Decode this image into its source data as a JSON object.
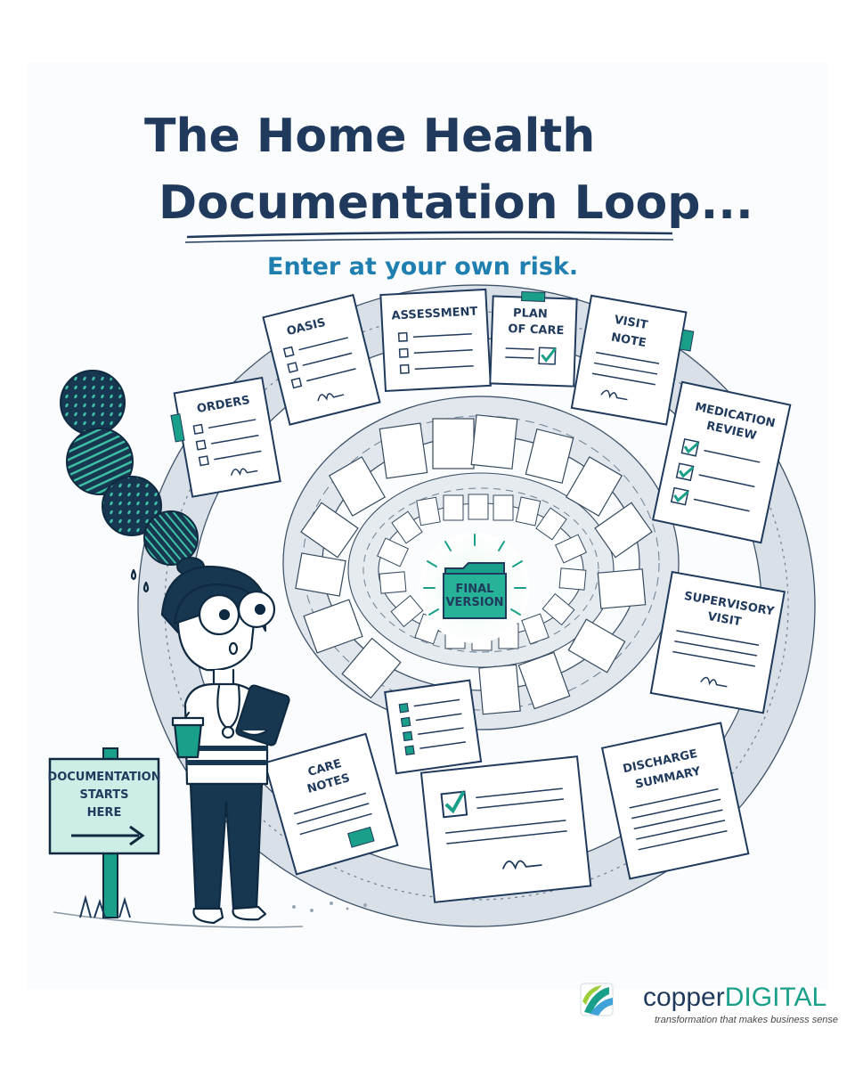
{
  "title": {
    "line1": "The Home Health",
    "line2": "Documentation Loop...",
    "subtitle": "Enter at your own risk."
  },
  "documents": {
    "oasis": "OASIS",
    "assessment": "ASSESSMENT",
    "plan_of_care_1": "PLAN",
    "plan_of_care_2": "OF CARE",
    "visit_note_1": "VISIT",
    "visit_note_2": "NOTE",
    "orders": "ORDERS",
    "medication_review_1": "MEDICATION",
    "medication_review_2": "REVIEW",
    "supervisory_visit_1": "SUPERVISORY",
    "supervisory_visit_2": "VISIT",
    "care_notes_1": "CARE",
    "care_notes_2": "NOTES",
    "discharge_summary_1": "DISCHARGE",
    "discharge_summary_2": "SUMMARY",
    "final_version_1": "FINAL",
    "final_version_2": "VERSION"
  },
  "sign": {
    "line1": "DOCUMENTATION",
    "line2": "STARTS",
    "line3": "HERE"
  },
  "brand": {
    "name_part1": "copper",
    "name_part2": "DIGITAL",
    "tagline": "transformation that makes business sense"
  },
  "colors": {
    "navy": "#1f3a5c",
    "teal": "#1aa08a",
    "sign_fill": "#cdeee6"
  }
}
